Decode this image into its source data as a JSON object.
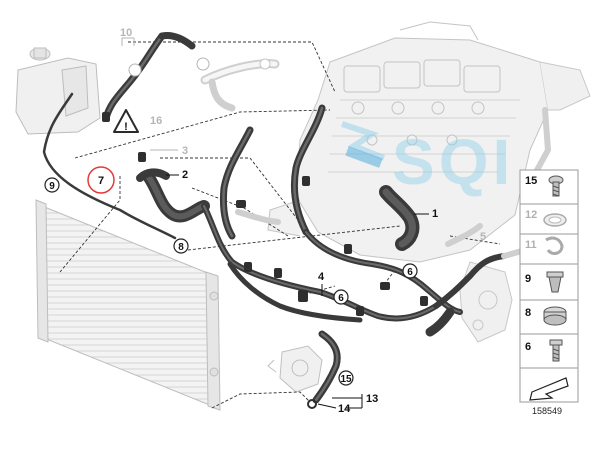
{
  "watermark": {
    "text": "SQI"
  },
  "figure_number": "158549",
  "callouts": {
    "c1": "1",
    "c2": "2",
    "c3": "3",
    "c4": "4",
    "c5": "5",
    "c6a": "6",
    "c6b": "6",
    "c6c": "6",
    "c7": "7",
    "c8": "8",
    "c9": "9",
    "c10": "10",
    "c11": "11",
    "c12": "12",
    "c13": "13",
    "c14": "14",
    "c15": "15",
    "c16": "16"
  },
  "legend_panel": {
    "items": [
      "15",
      "12",
      "11",
      "9",
      "8",
      "6"
    ]
  },
  "colors": {
    "hose": "#3a3a3a",
    "highlight_ring": "#e23b3b",
    "watermark": "#8fd0ea",
    "panel_border": "#9a9a9a"
  },
  "icons": [
    "warning-triangle-icon",
    "arrow-direction-icon",
    "bolt-icon",
    "clip-icon",
    "clamp-icon",
    "screw-icon"
  ]
}
